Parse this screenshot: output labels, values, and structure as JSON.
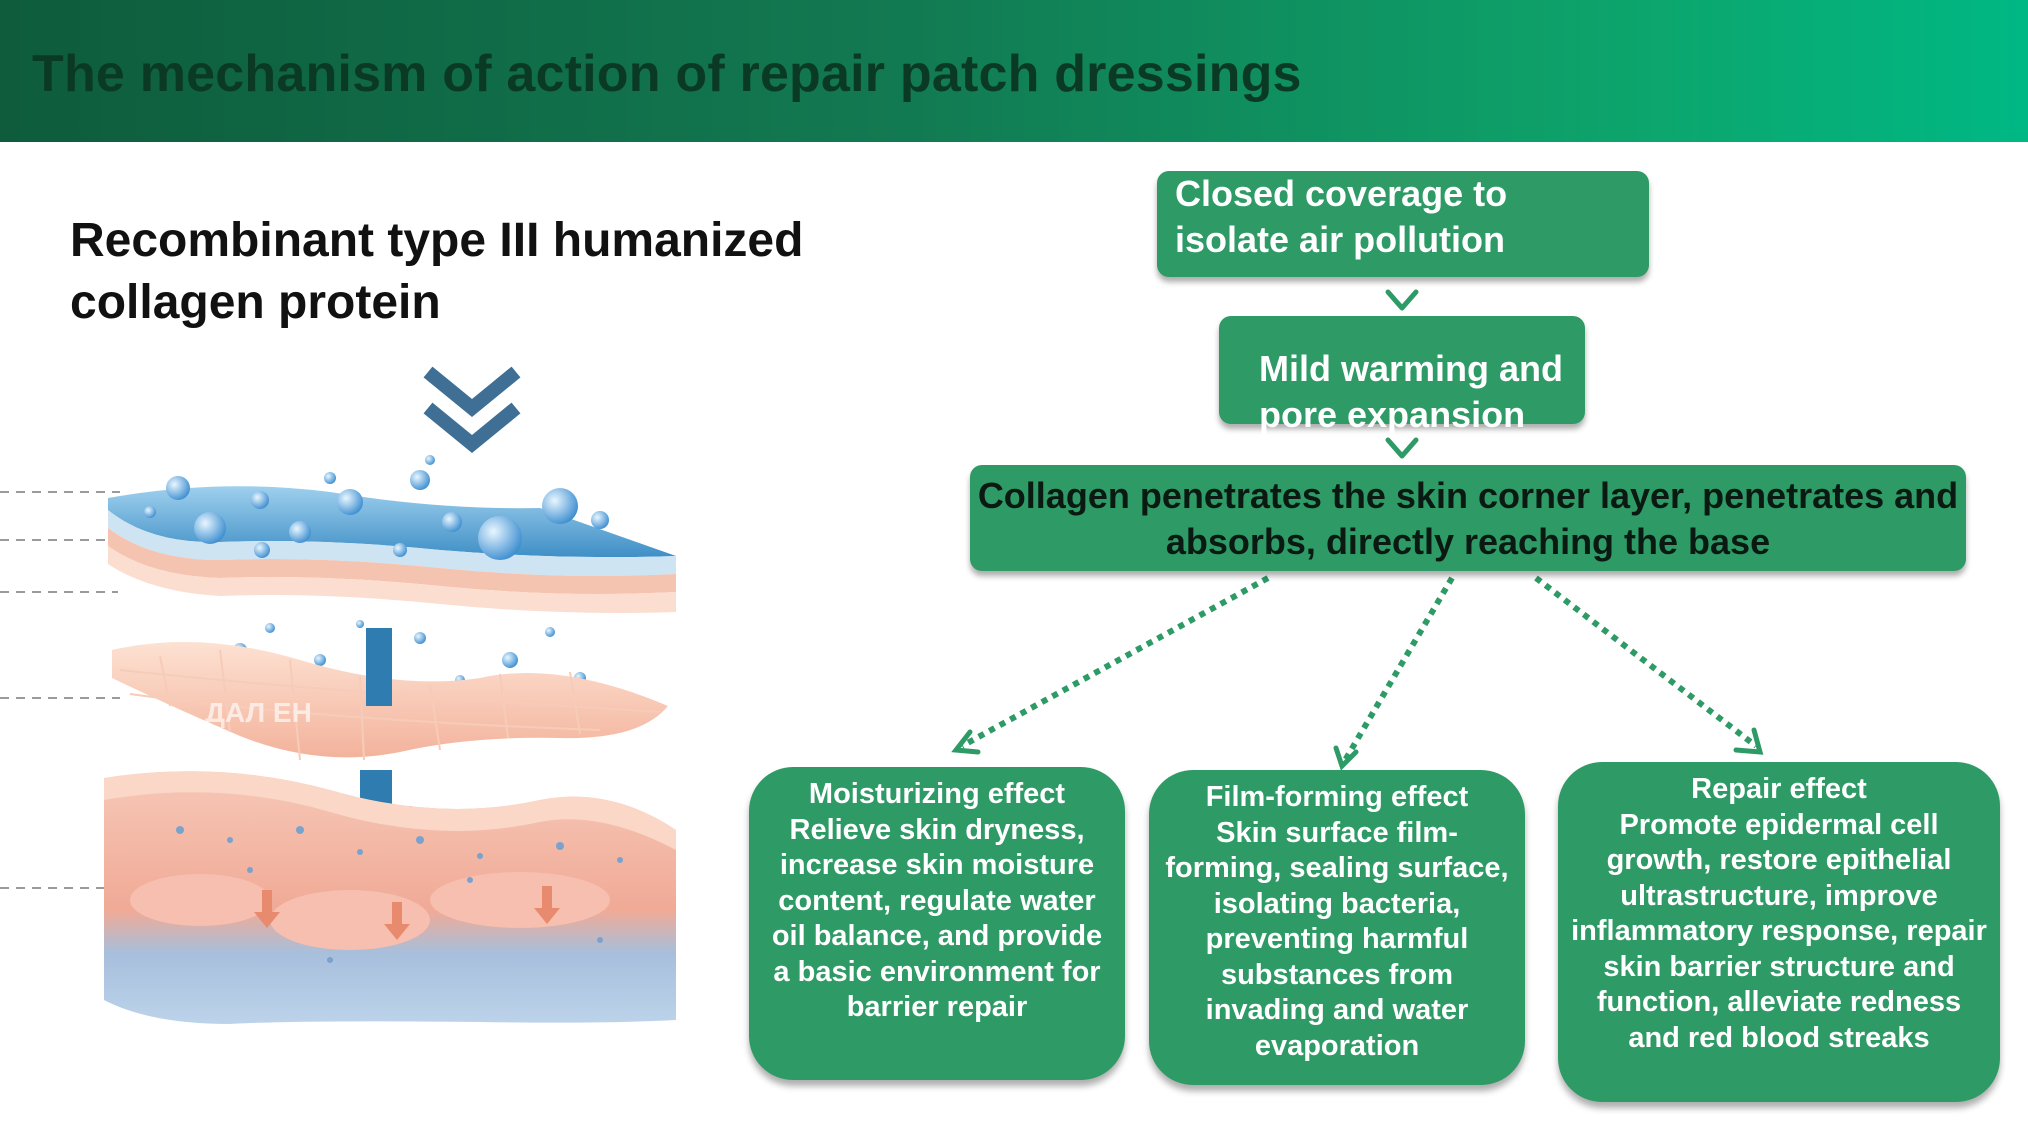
{
  "header": {
    "title": "The mechanism of action of repair patch dressings"
  },
  "subtitle": "Recombinant type III humanized collagen protein",
  "colors": {
    "header_dark": "#0e5c3c",
    "header_light": "#00b884",
    "box_green": "#2e9a66",
    "arrow_green": "#2e9a66",
    "chevron_blue": "#3f6f94"
  },
  "illustration": {
    "icon": "layered-skin-illustration",
    "watermark_text": "ДАЛ ЕН"
  },
  "flow": {
    "step1": "Closed coverage to isolate air pollution",
    "step2": "Mild warming and pore expansion",
    "step3": "Collagen penetrates the skin corner layer, penetrates and absorbs, directly reaching the base"
  },
  "effects": [
    {
      "title": "Moisturizing effect",
      "text": "Relieve skin dryness, increase skin moisture content, regulate water oil balance, and provide a basic environment for barrier repair"
    },
    {
      "title": "Film-forming effect",
      "text": "Skin surface film-forming, sealing surface, isolating bacteria, preventing harmful substances from invading and water evaporation"
    },
    {
      "title": "Repair effect",
      "text": "Promote epidermal cell growth, restore epithelial ultrastructure, improve inflammatory response, repair skin barrier structure and function, alleviate redness and red blood streaks"
    }
  ]
}
